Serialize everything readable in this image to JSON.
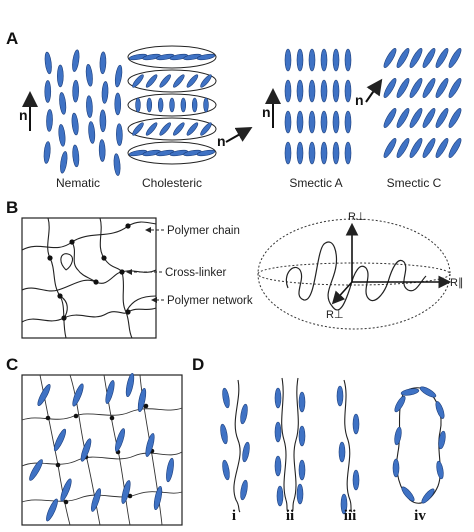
{
  "colors": {
    "mesogen": "#3f72c4",
    "mesogen_edge": "#1b3d7a",
    "line": "#222222"
  },
  "panels": [
    {
      "letter": "A"
    },
    {
      "letter": "B"
    },
    {
      "letter": "C"
    },
    {
      "letter": "D"
    }
  ],
  "panel_a": {
    "phases": [
      "Nematic",
      "Cholesteric",
      "Smectic A",
      "Smectic C"
    ],
    "director": "n"
  },
  "panel_b": {
    "annotations": [
      "Polymer chain",
      "Cross-linker",
      "Polymer network"
    ],
    "axes": [
      "R⊥",
      "R∥",
      "R⊥"
    ]
  },
  "panel_d": {
    "labels": [
      "i",
      "ii",
      "iii",
      "iv"
    ]
  }
}
